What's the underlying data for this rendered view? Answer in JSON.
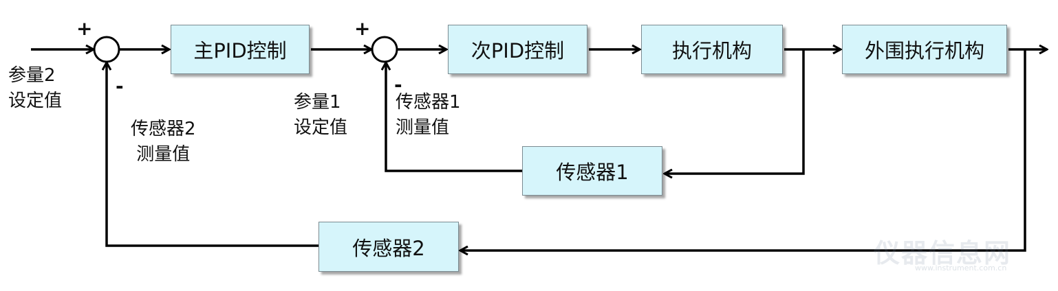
{
  "blocks": {
    "main_pid": "主PID控制",
    "sub_pid": "次PID控制",
    "actuator": "执行机构",
    "outer_actuator": "外围执行机构",
    "sensor1": "传感器1",
    "sensor2": "传感器2"
  },
  "labels": {
    "param2_setpoint": [
      "参量2",
      "设定值"
    ],
    "param1_setpoint": [
      "参量1",
      "设定值"
    ],
    "sensor1_measure": [
      "传感器1",
      "测量值"
    ],
    "sensor2_measure": [
      "传感器2",
      "测量值"
    ]
  },
  "signs": {
    "sum1_plus": "+",
    "sum1_minus": "-",
    "sum2_plus": "+",
    "sum2_minus": "-"
  },
  "watermark": {
    "text": "仪器信息网",
    "url": "www.instrument.com.cn"
  }
}
